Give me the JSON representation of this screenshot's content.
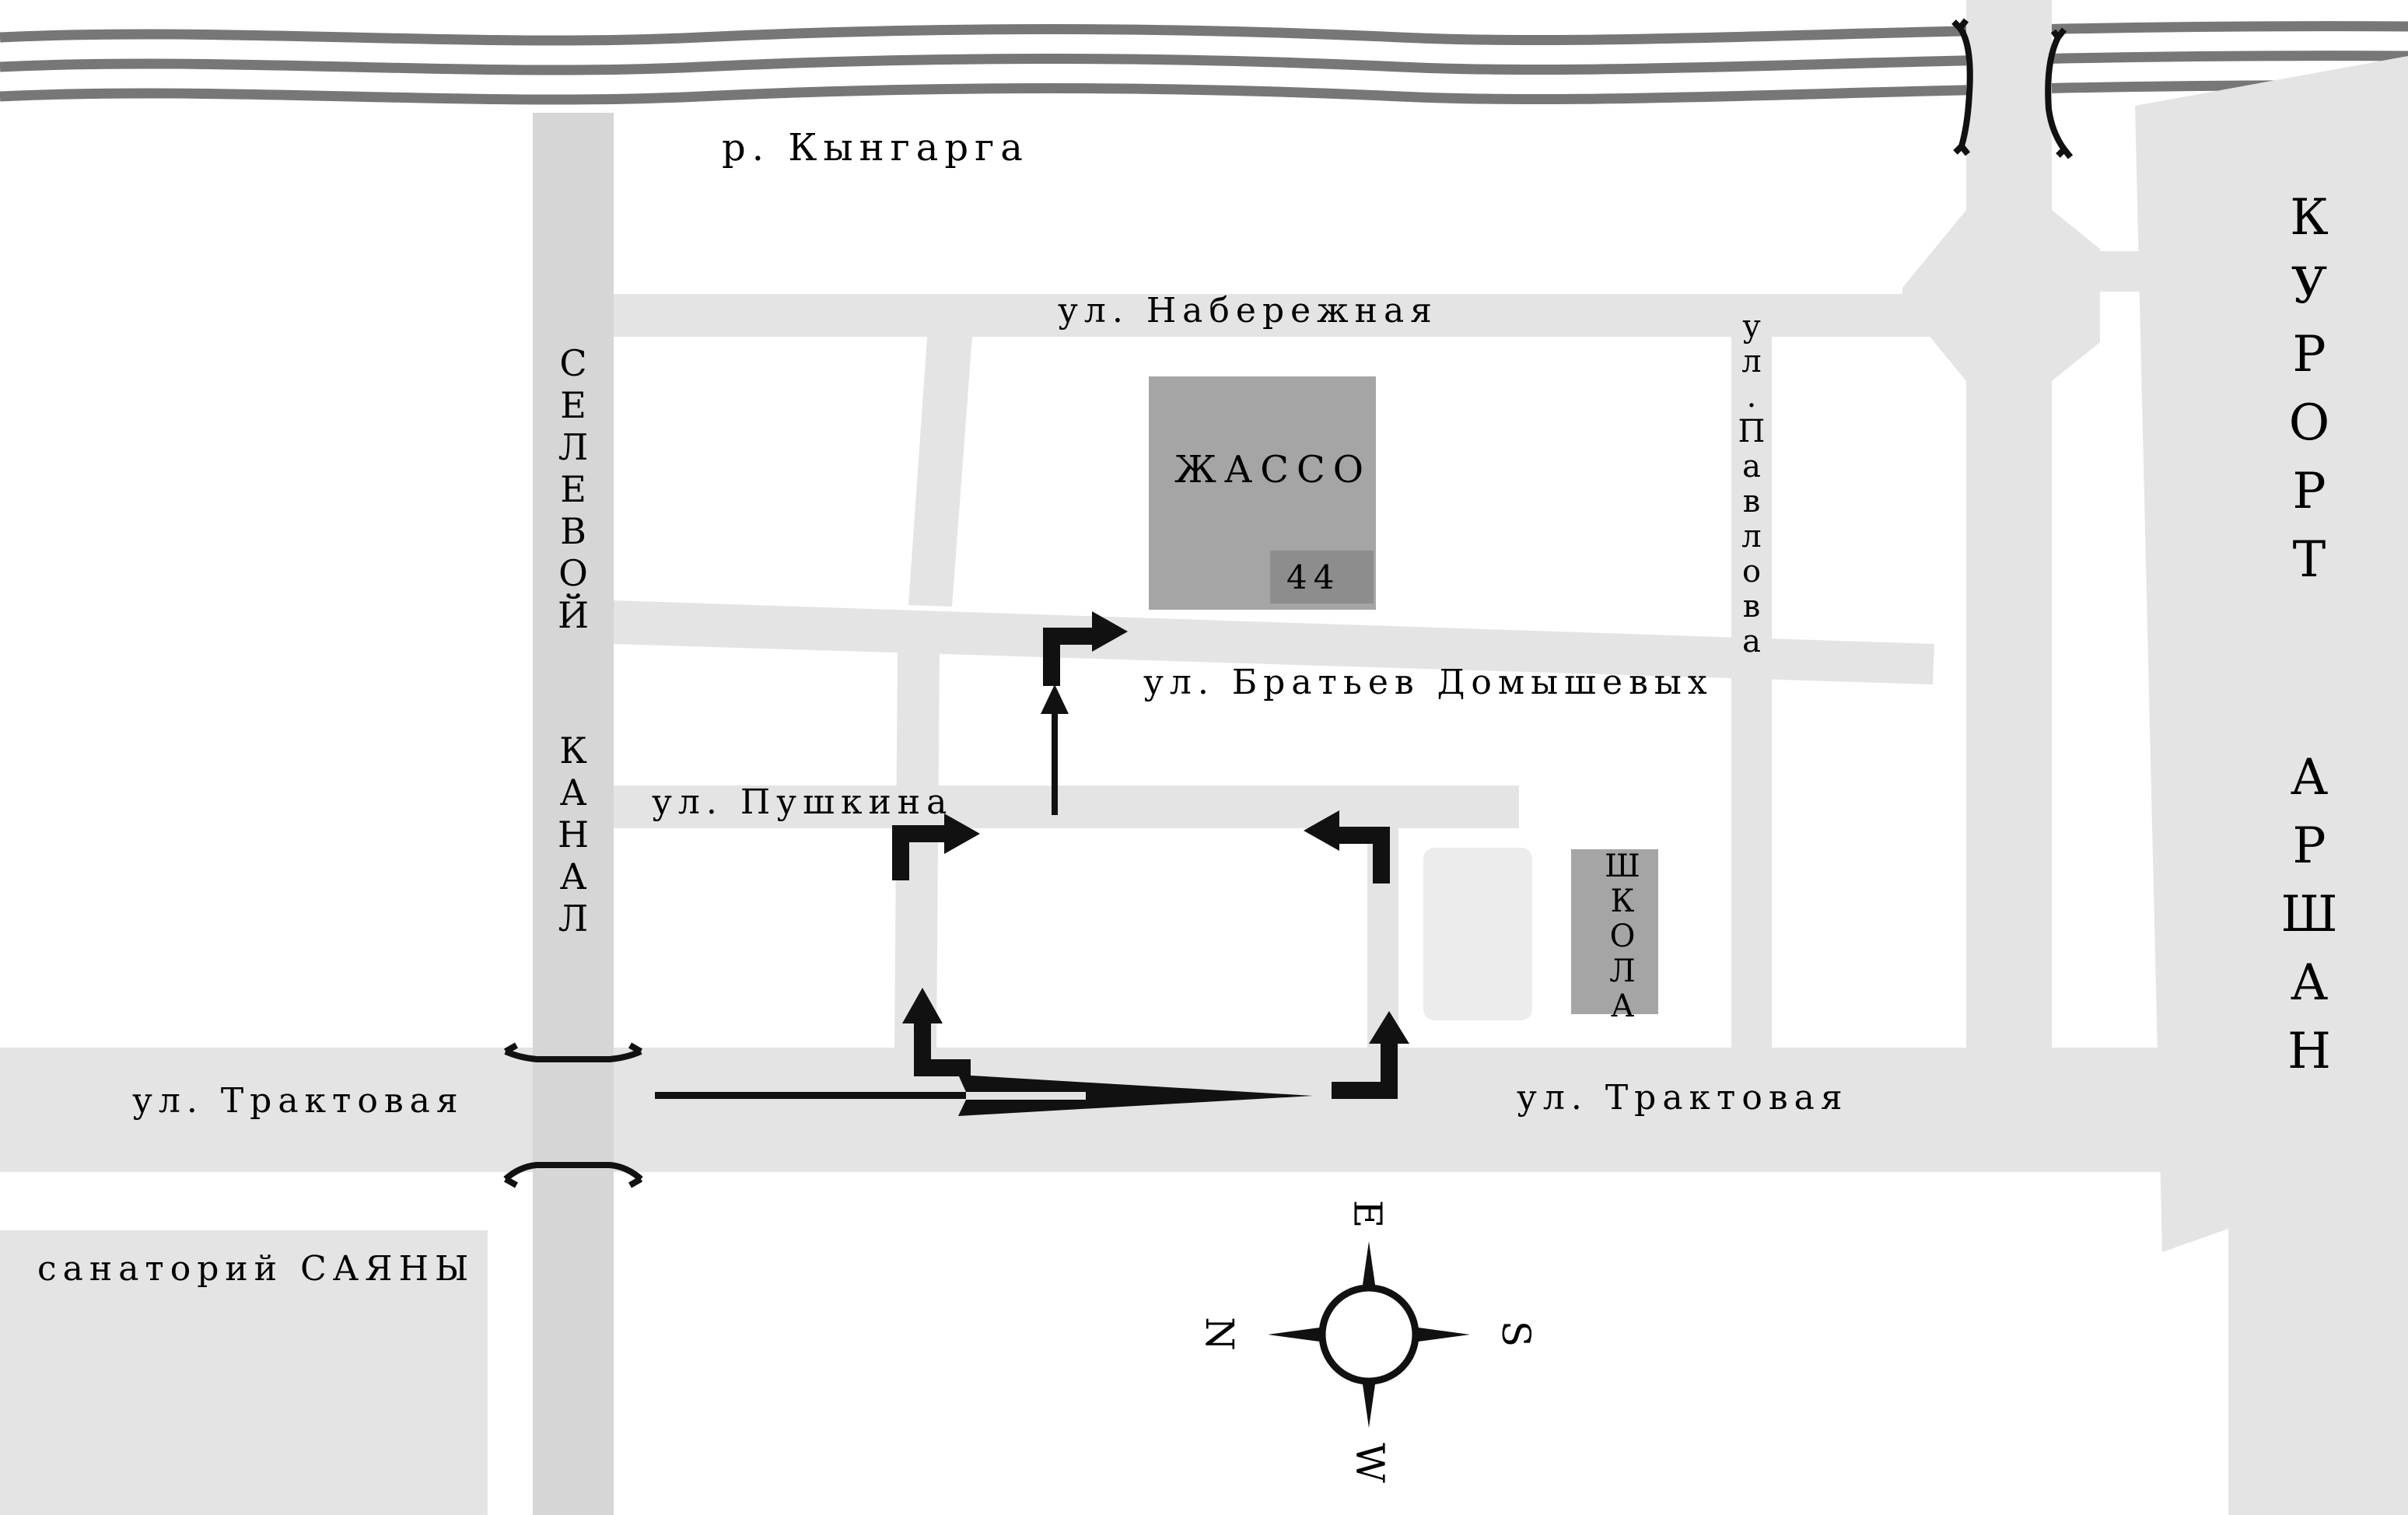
{
  "river": {
    "name": "р. Кынгарга"
  },
  "streets": {
    "naberezhnaya": "ул. Набережная",
    "bratiev": "ул. Братьев Домышевых",
    "pushkina": "ул. Пушкина",
    "traktovaya_left": "ул. Трактовая",
    "traktovaya_right": "ул. Трактовая",
    "pavlova": [
      "у",
      "л",
      ".",
      "П",
      "а",
      "в",
      "л",
      "о",
      "в",
      "а"
    ]
  },
  "canal": {
    "top_word": [
      "С",
      "Е",
      "Л",
      "Е",
      "В",
      "О",
      "Й"
    ],
    "bottom_word": [
      "К",
      "А",
      "Н",
      "А",
      "Л"
    ]
  },
  "resort": {
    "top_word": [
      "К",
      "У",
      "Р",
      "О",
      "Р",
      "Т"
    ],
    "bottom_word": [
      "А",
      "Р",
      "Ш",
      "А",
      "Н"
    ]
  },
  "buildings": {
    "jasso": {
      "name": "ЖАССО",
      "number": "44"
    },
    "school": {
      "letters": [
        "Ш",
        "К",
        "О",
        "Л",
        "А"
      ]
    }
  },
  "sanatorium": "санаторий САЯНЫ",
  "compass": {
    "north": "N",
    "south": "S",
    "east": "E",
    "west": "W"
  },
  "colors": {
    "road": "#e4e4e4",
    "canal": "#d6d6d6",
    "building": "#a5a5a5",
    "lot": "#ececec",
    "river": "#777777",
    "route": "#111111"
  }
}
